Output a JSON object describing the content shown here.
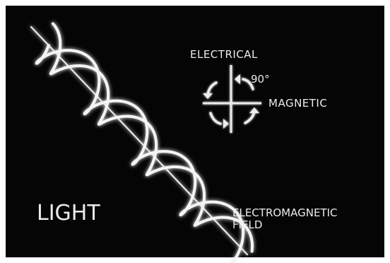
{
  "colors": {
    "frame": "#ffffff",
    "background": "#050505",
    "wave": "#f4f4f4",
    "glow": "#ffffff",
    "text": "#ececec"
  },
  "labels": {
    "electrical": "ELECTRICAL",
    "angle": "90°",
    "magnetic": "MAGNETIC",
    "light": "LIGHT",
    "em_line1": "ELECTROMAGNETIC",
    "em_line2": "FIELD"
  },
  "icons": [
    "curved-arrow-icon"
  ]
}
